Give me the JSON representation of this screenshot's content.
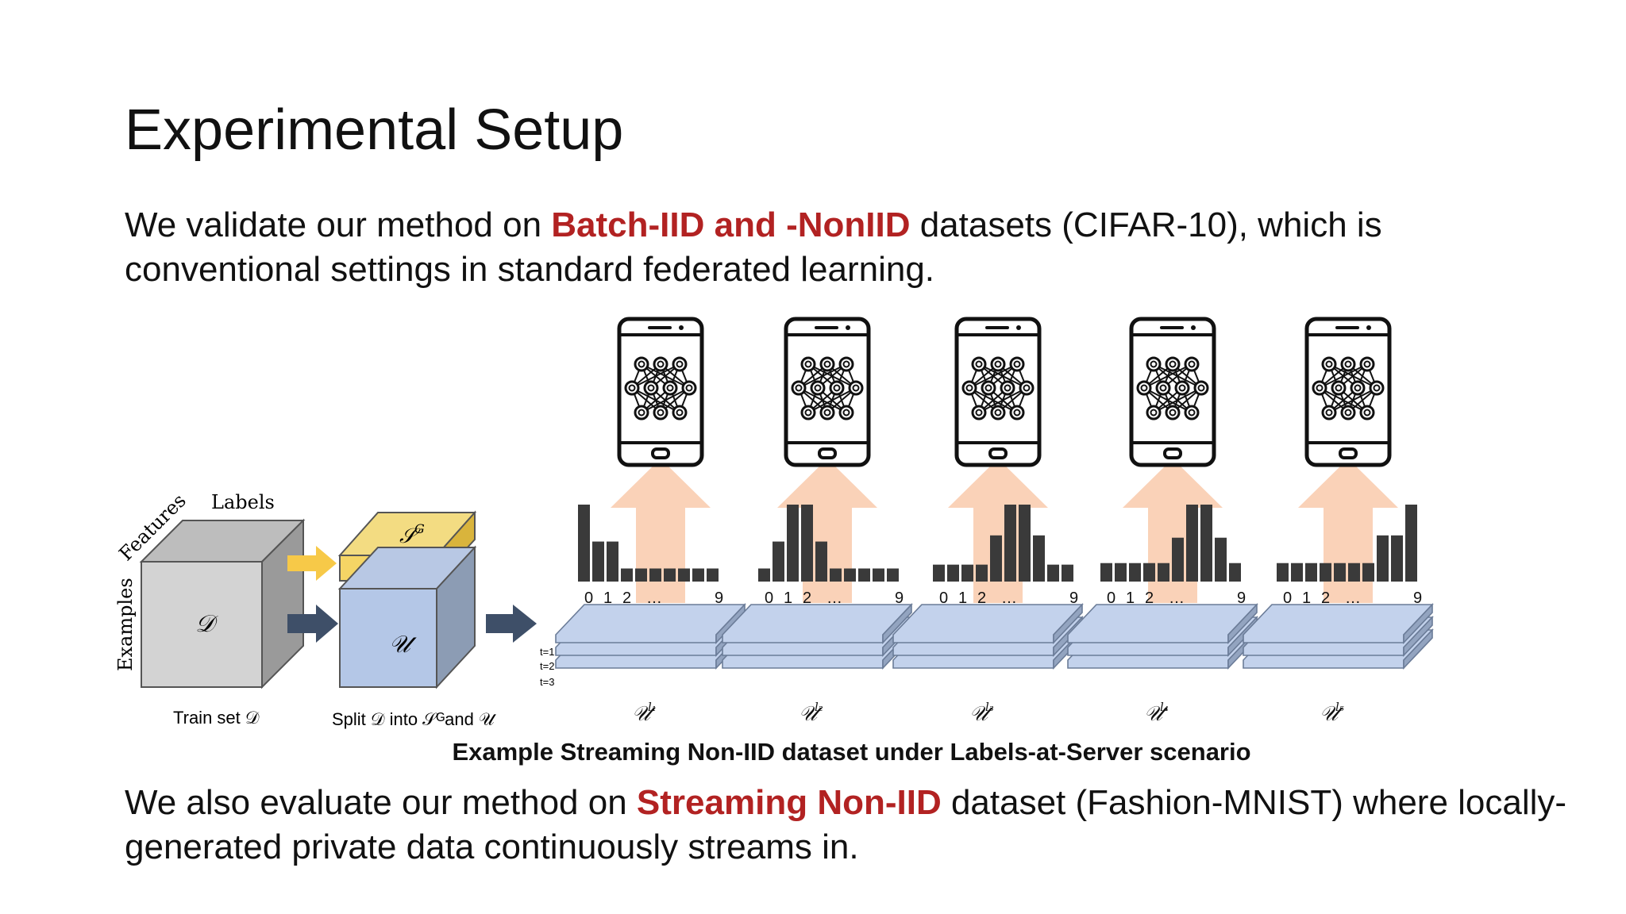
{
  "title": "Experimental Setup",
  "para1": {
    "pre": "We validate our method on ",
    "highlight": "Batch-IID and -NonIID",
    "post": " datasets (CIFAR-10), which is conventional settings in standard federated learning."
  },
  "para2": {
    "pre": "We also evaluate our method on ",
    "highlight": "Streaming Non-IID",
    "post": " dataset (Fashion-MNIST) where locally-generated private data continuously streams in."
  },
  "caption": "Example Streaming Non-IID dataset under Labels-at-Server scenario",
  "cube_axes": {
    "labels": "Labels",
    "features": "Features",
    "examples": "Examples"
  },
  "cube_letters": {
    "d": "𝒟",
    "sg": "𝒮",
    "sg_sup": "G",
    "u": "𝒰"
  },
  "bottom_labels": {
    "train": "Train set 𝒟",
    "split": "Split 𝒟 into 𝒮ᴳand 𝒰"
  },
  "time_labels": [
    "t=1",
    "t=2",
    "t=3"
  ],
  "tick_labels": {
    "first": [
      "0",
      "1",
      "2"
    ],
    "dots": "…",
    "last": "9"
  },
  "clients": [
    {
      "label": "𝒰",
      "sup": "l₁",
      "hist": [
        1.0,
        0.52,
        0.52,
        0.17,
        0.17,
        0.17,
        0.17,
        0.17,
        0.17,
        0.17
      ]
    },
    {
      "label": "𝒰",
      "sup": "l₂",
      "hist": [
        0.17,
        0.52,
        1.0,
        1.0,
        0.52,
        0.17,
        0.17,
        0.17,
        0.17,
        0.17
      ]
    },
    {
      "label": "𝒰",
      "sup": "l₃",
      "hist": [
        0.22,
        0.22,
        0.22,
        0.22,
        0.6,
        1.0,
        1.0,
        0.6,
        0.22,
        0.22
      ]
    },
    {
      "label": "𝒰",
      "sup": "l₄",
      "hist": [
        0.24,
        0.24,
        0.24,
        0.24,
        0.24,
        0.57,
        1.0,
        1.0,
        0.57,
        0.24
      ]
    },
    {
      "label": "𝒰",
      "sup": "l₅",
      "hist": [
        0.24,
        0.24,
        0.24,
        0.24,
        0.24,
        0.24,
        0.24,
        0.6,
        0.6,
        1.0
      ]
    }
  ]
}
